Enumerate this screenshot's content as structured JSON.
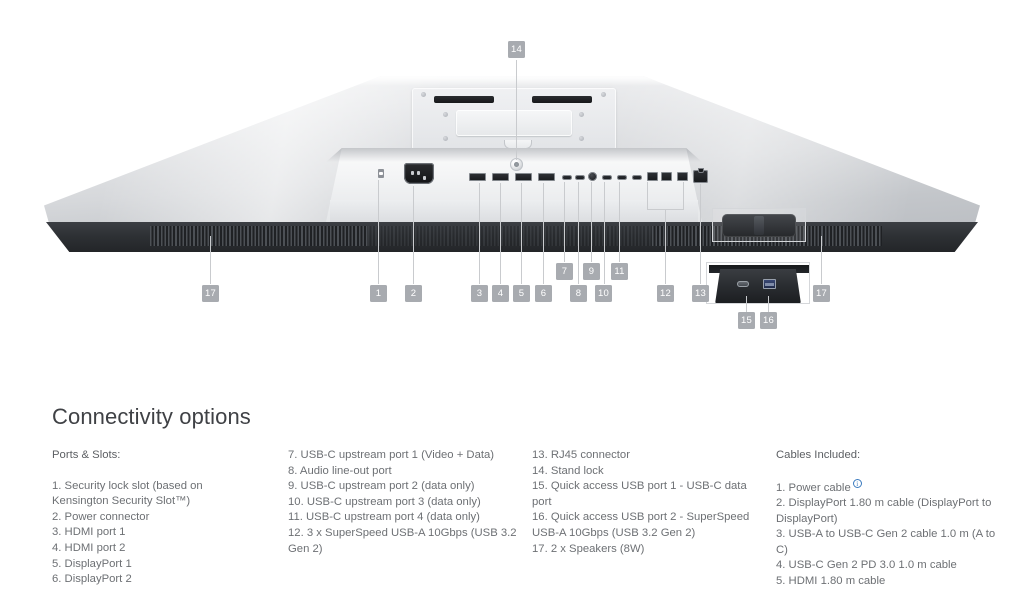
{
  "section": {
    "title": "Connectivity options"
  },
  "hero": {
    "alt": "Underside rear view of a silver monitor showing all ports and connectors",
    "callouts": [
      {
        "n": "14",
        "label": "Stand lock"
      },
      {
        "n": "17",
        "label": "2 x Speakers (8W) - left"
      },
      {
        "n": "1",
        "label": "Security lock slot"
      },
      {
        "n": "2",
        "label": "Power connector"
      },
      {
        "n": "3",
        "label": "HDMI port 1"
      },
      {
        "n": "4",
        "label": "HDMI port 2"
      },
      {
        "n": "5",
        "label": "DisplayPort 1"
      },
      {
        "n": "6",
        "label": "DisplayPort 2"
      },
      {
        "n": "7",
        "label": "USB-C upstream port 1"
      },
      {
        "n": "8",
        "label": "Audio line-out port"
      },
      {
        "n": "9",
        "label": "USB-C upstream port 2"
      },
      {
        "n": "10",
        "label": "USB-C upstream port 3"
      },
      {
        "n": "11",
        "label": "USB-C upstream port 4"
      },
      {
        "n": "12",
        "label": "3 x SuperSpeed USB-A 10Gbps"
      },
      {
        "n": "13",
        "label": "RJ45 connector"
      },
      {
        "n": "15",
        "label": "Quick access USB port 1"
      },
      {
        "n": "16",
        "label": "Quick access USB port 2"
      },
      {
        "n": "17",
        "label": "2 x Speakers (8W) - right"
      }
    ]
  },
  "columns": {
    "ports_slots": {
      "heading": "Ports & Slots:",
      "items": [
        "1. Security lock slot (based on Kensington Security Slot™)",
        "2. Power connector",
        "3. HDMI port 1",
        "4. HDMI port 2",
        "5. DisplayPort 1",
        "6. DisplayPort 2"
      ]
    },
    "ports_continued": {
      "items": [
        "7. USB-C upstream port 1 (Video + Data)",
        "8. Audio line-out port",
        "9. USB-C upstream port 2 (data only)",
        "10. USB-C upstream port 3 (data only)",
        "11. USB-C upstream port 4 (data only)",
        "12. 3 x SuperSpeed USB-A 10Gbps (USB 3.2 Gen 2)"
      ]
    },
    "ports_continued_2": {
      "items": [
        "13. RJ45 connector",
        "14. Stand lock",
        "15. Quick access USB port 1 - USB-C data port",
        "16. Quick access USB port 2 - SuperSpeed USB-A 10Gbps (USB 3.2 Gen 2)",
        "17. 2 x Speakers (8W)"
      ]
    },
    "cables": {
      "heading": "Cables Included:",
      "items": [
        {
          "text": "1. Power cable",
          "info_icon": true
        },
        {
          "text": "2. DisplayPort 1.80 m cable (DisplayPort to DisplayPort)",
          "info_icon": false
        },
        {
          "text": "3. USB-A to USB-C Gen 2 cable 1.0 m (A to C)",
          "info_icon": false
        },
        {
          "text": "4. USB-C Gen 2 PD 3.0 1.0 m cable",
          "info_icon": false
        },
        {
          "text": "5. HDMI 1.80 m cable",
          "info_icon": false
        }
      ]
    }
  },
  "colors": {
    "badge_bg": "#a8abb0",
    "badge_text": "#ffffff",
    "leader_line": "#c9cbce",
    "body_text": "#6d7074",
    "heading_text": "#3f4145",
    "info_icon": "#3b7bbf",
    "page_bg": "#ffffff"
  }
}
